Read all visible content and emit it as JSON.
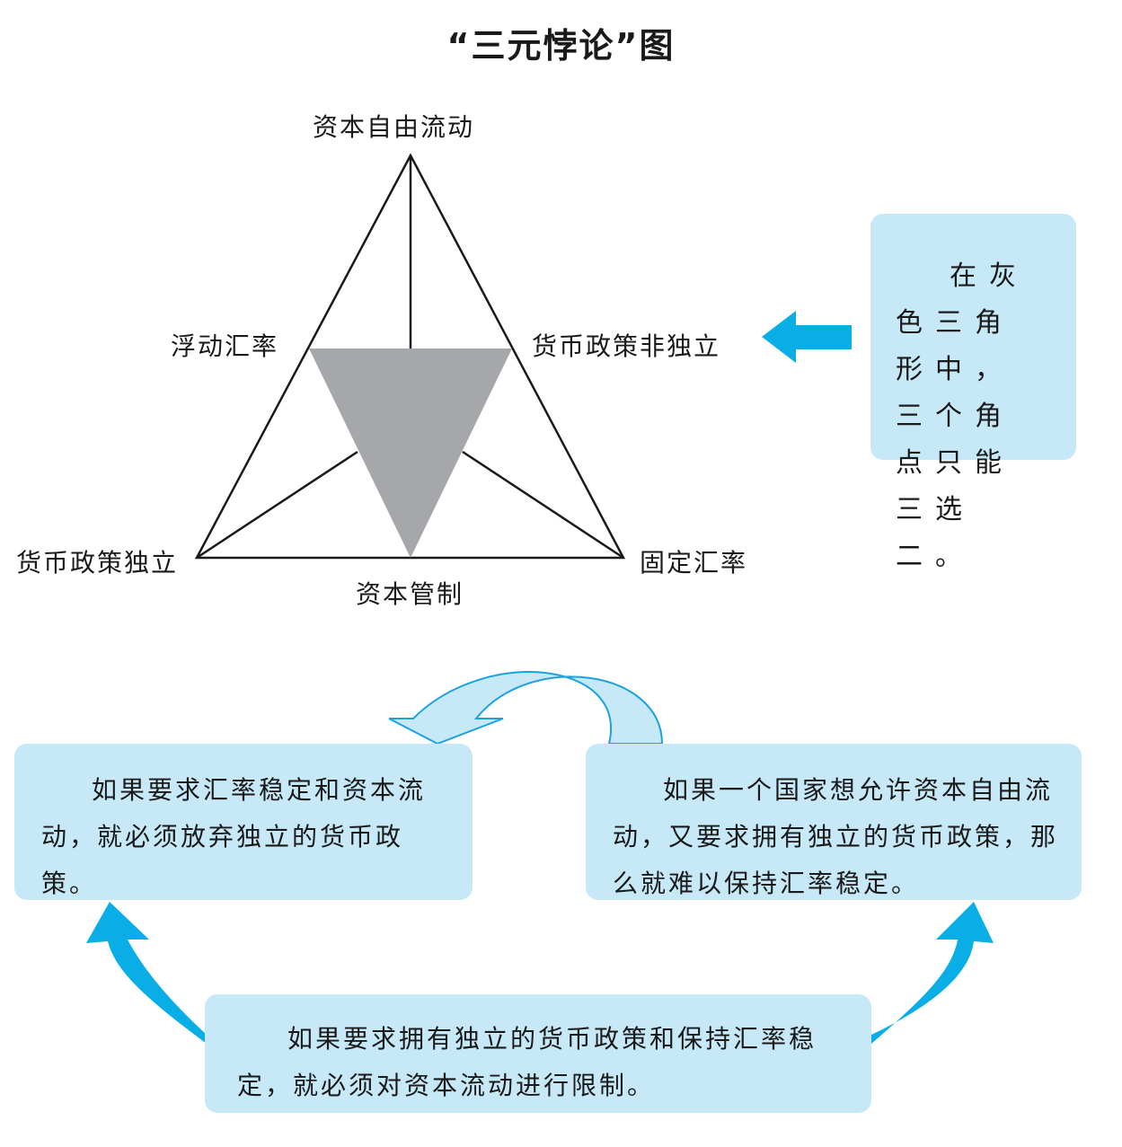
{
  "title": "“三元悖论”图",
  "vertices": {
    "top": "资本自由流动",
    "left_mid": "浮动汇率",
    "right_mid": "货币政策非独立",
    "bottom_left": "货币政策独立",
    "bottom_mid": "资本管制",
    "bottom_right": "固定汇率"
  },
  "note": "在灰色三角形中，三个角点只能三选二。",
  "boxes": {
    "left": "如果要求汇率稳定和资本流动，就必须放弃独立的货币政策。",
    "right": "如果一个国家想允许资本自由流动，又要求拥有独立的货币政策，那么就难以保持汇率稳定。",
    "bottom": "如果要求拥有独立的货币政策和保持汇率稳定，就必须对资本流动进行限制。"
  },
  "colors": {
    "box_fill": "#c6e8f7",
    "arrow": "#0aaee6",
    "arrow_outline": "#1aa3de",
    "gray_triangle": "#a6a7ab",
    "line": "#1a1a1a"
  }
}
